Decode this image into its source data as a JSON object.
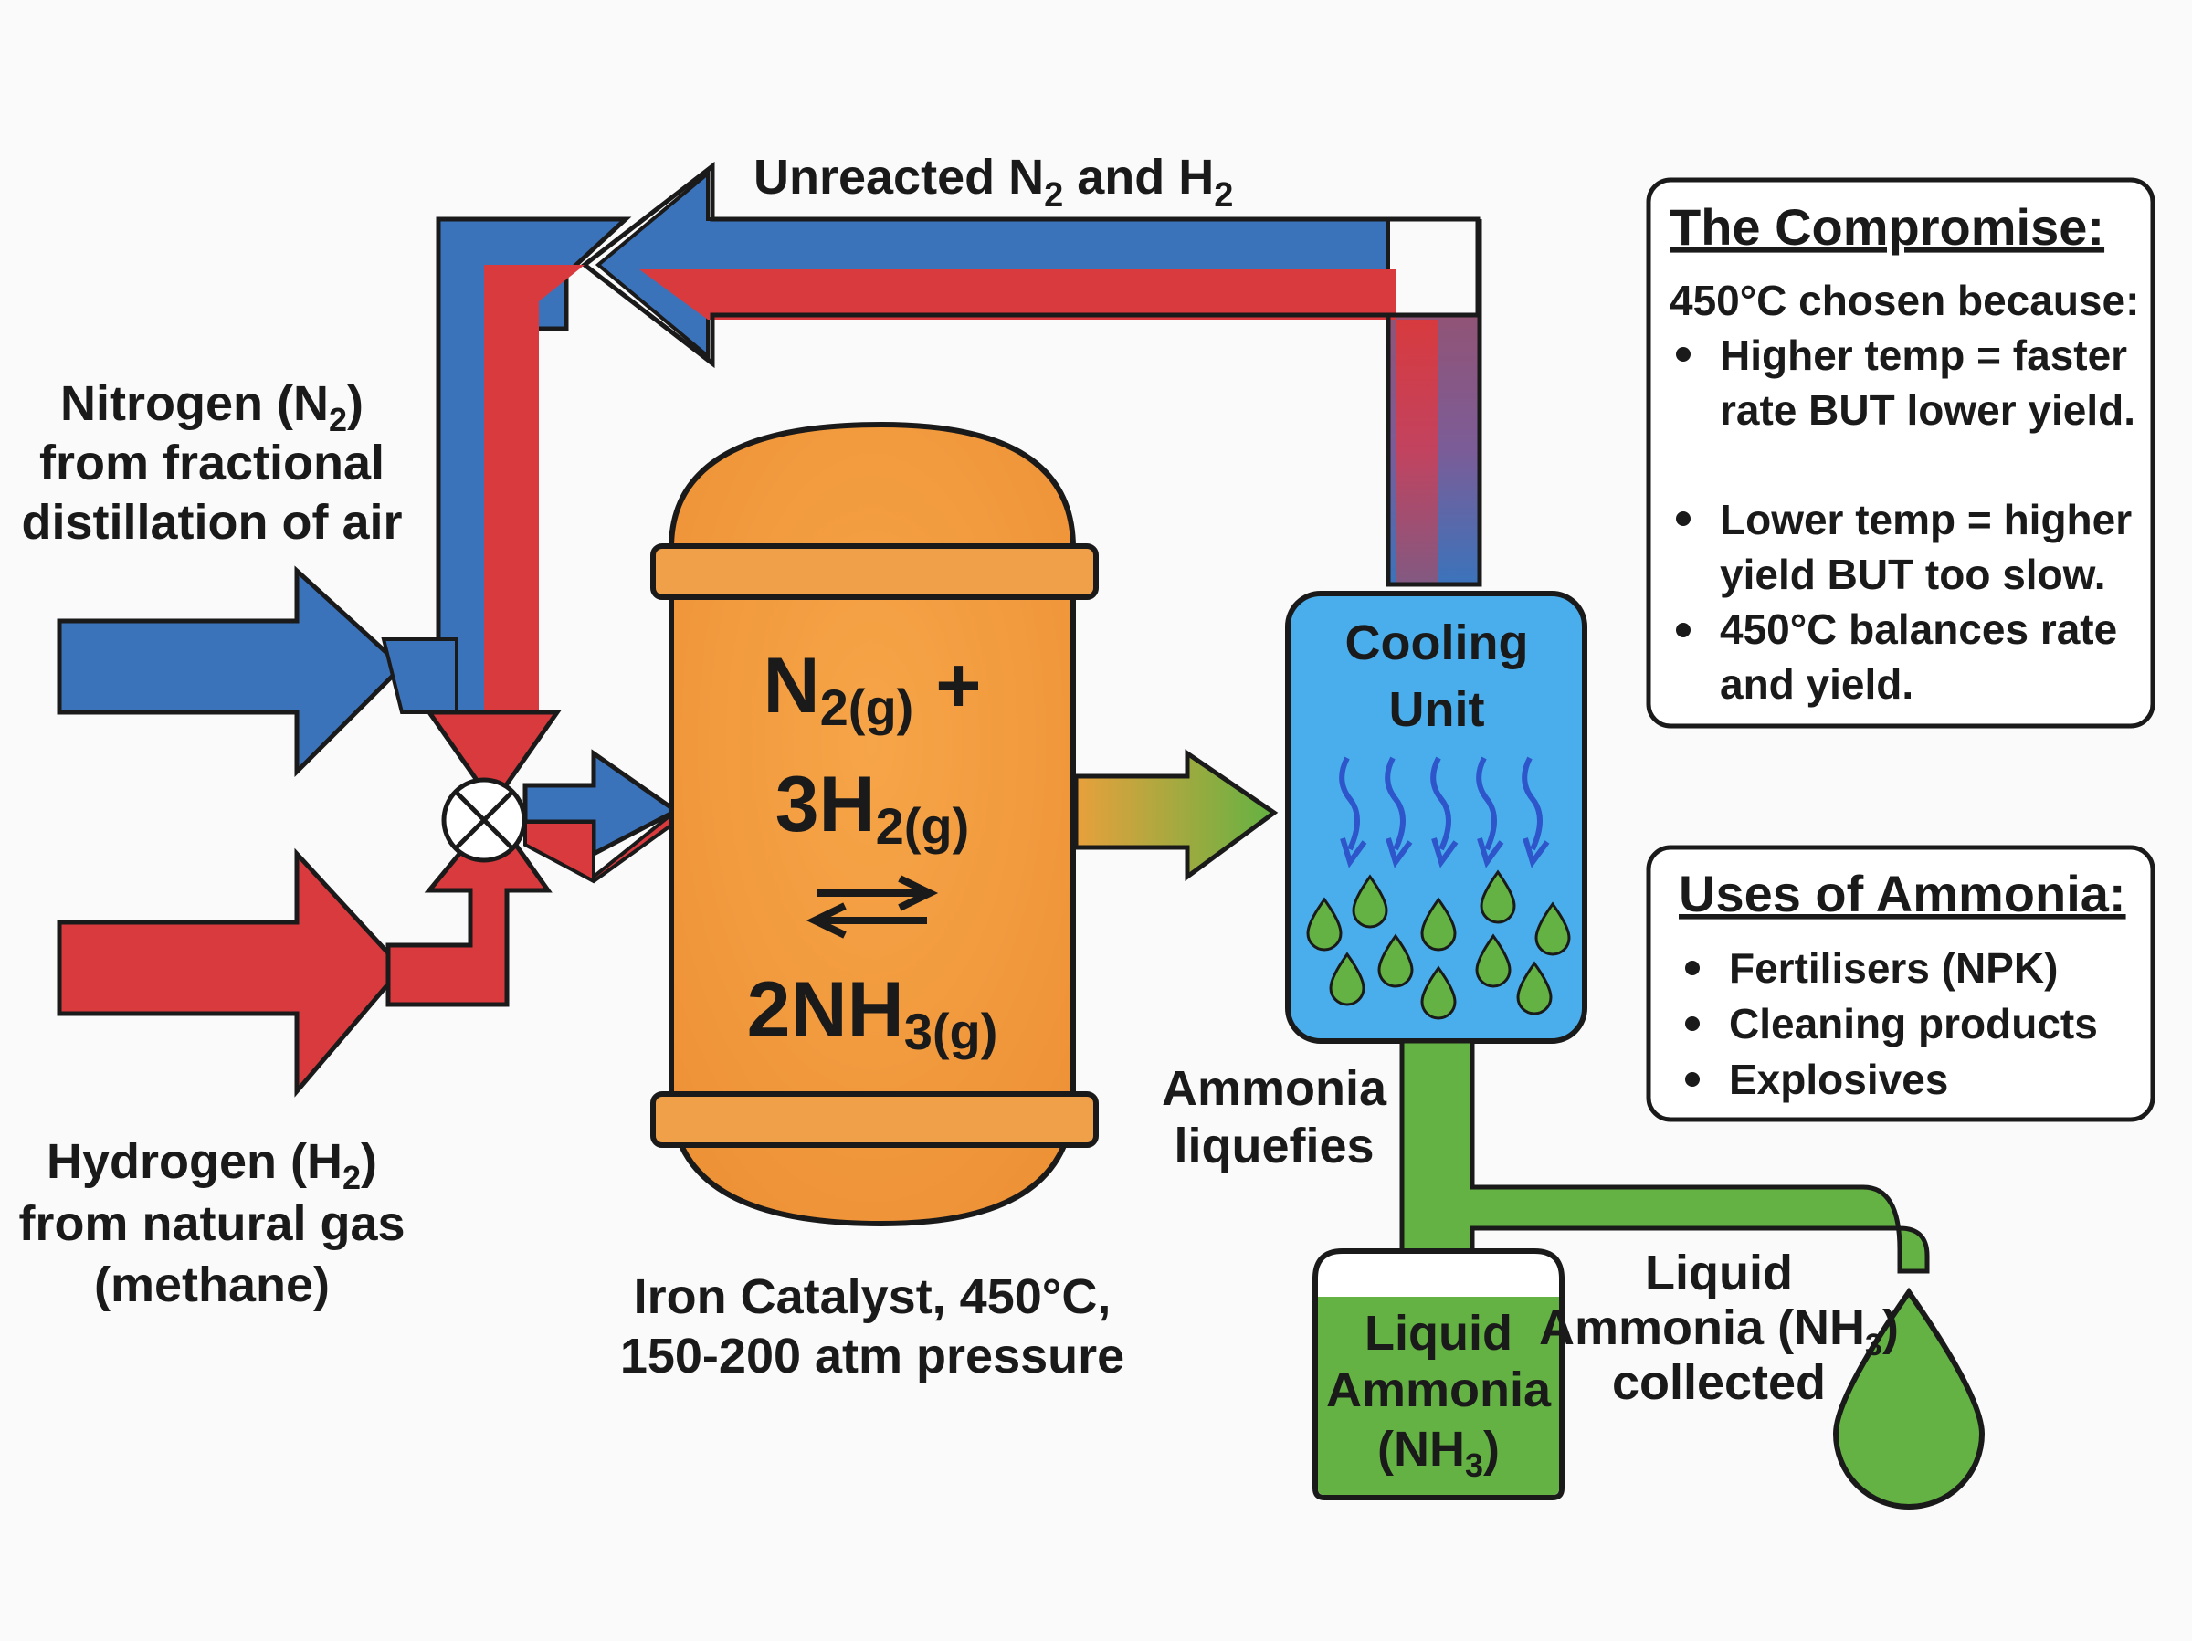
{
  "colors": {
    "nitrogen": "#3b73bb",
    "hydrogen": "#d83a3d",
    "reactor": "#f2993e",
    "reactor_band": "#f0a048",
    "cooling": "#4aaeec",
    "ammonia": "#63b243",
    "outline": "#1a1a1a",
    "background": "#fafafa"
  },
  "labels": {
    "recycle": {
      "main": "Unreacted N",
      "sub1": "2",
      "mid": " and H",
      "sub2": "2"
    },
    "nitrogen": {
      "line1_main": "Nitrogen (N",
      "line1_sub": "2",
      "line1_end": ")",
      "line2": "from fractional",
      "line3": "distillation of air"
    },
    "hydrogen": {
      "line1_main": "Hydrogen (H",
      "line1_sub": "2",
      "line1_end": ")",
      "line2": "from natural gas",
      "line3": "(methane)"
    },
    "conditions": {
      "line1": "Iron Catalyst, 450°C,",
      "line2": "150-200 atm pressure"
    },
    "liquefies": {
      "line1": "Ammonia",
      "line2": "liquefies"
    },
    "cooling": {
      "line1": "Cooling",
      "line2": "Unit"
    },
    "tank": {
      "line1": "Liquid",
      "line2": "Ammonia",
      "line3_main": "(NH",
      "line3_sub": "3",
      "line3_end": ")"
    },
    "collected": {
      "line1": "Liquid",
      "line2_main": "Ammonia (NH",
      "line2_sub": "3",
      "line2_end": ")",
      "line3": "collected"
    }
  },
  "equation": {
    "line1_main": "N",
    "line1_sub": "2(g)",
    "line1_end": " +",
    "line2_main": "3H",
    "line2_sub": "2(g)",
    "line3_main": "2NH",
    "line3_sub": "3(g)"
  },
  "compromise_box": {
    "title": "The Compromise:",
    "intro": "450°C chosen because:",
    "bullets": [
      [
        "Higher temp = faster",
        "rate BUT lower yield."
      ],
      [
        "Lower temp = higher",
        "yield BUT too slow."
      ],
      [
        "450°C balances rate",
        "and yield."
      ]
    ]
  },
  "uses_box": {
    "title": "Uses of Ammonia:",
    "bullets": [
      "Fertilisers (NPK)",
      "Cleaning products",
      "Explosives"
    ]
  },
  "icons": [
    "mixing-valve-icon",
    "cooling-arrows-icon",
    "ammonia-droplet-icon",
    "equilibrium-arrows-icon"
  ]
}
